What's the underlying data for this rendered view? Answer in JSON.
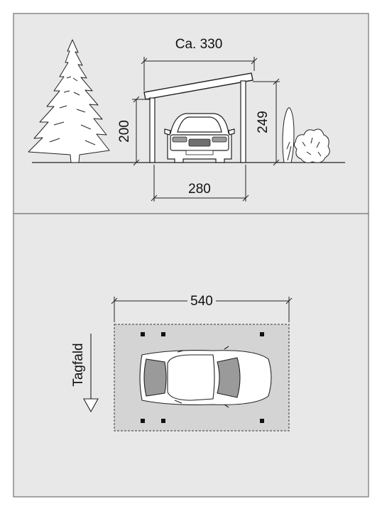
{
  "elevation": {
    "width_overall_label": "Ca. 330",
    "height_front_label": "200",
    "height_back_label": "249",
    "width_posts_label": "280"
  },
  "plan": {
    "length_label": "540",
    "slope_label": "Tagfald"
  },
  "colors": {
    "panel_bg": "#e8e8e8",
    "panel_border": "#8a8a8a",
    "footprint_fill": "#d4d4d4",
    "line": "#222222"
  }
}
